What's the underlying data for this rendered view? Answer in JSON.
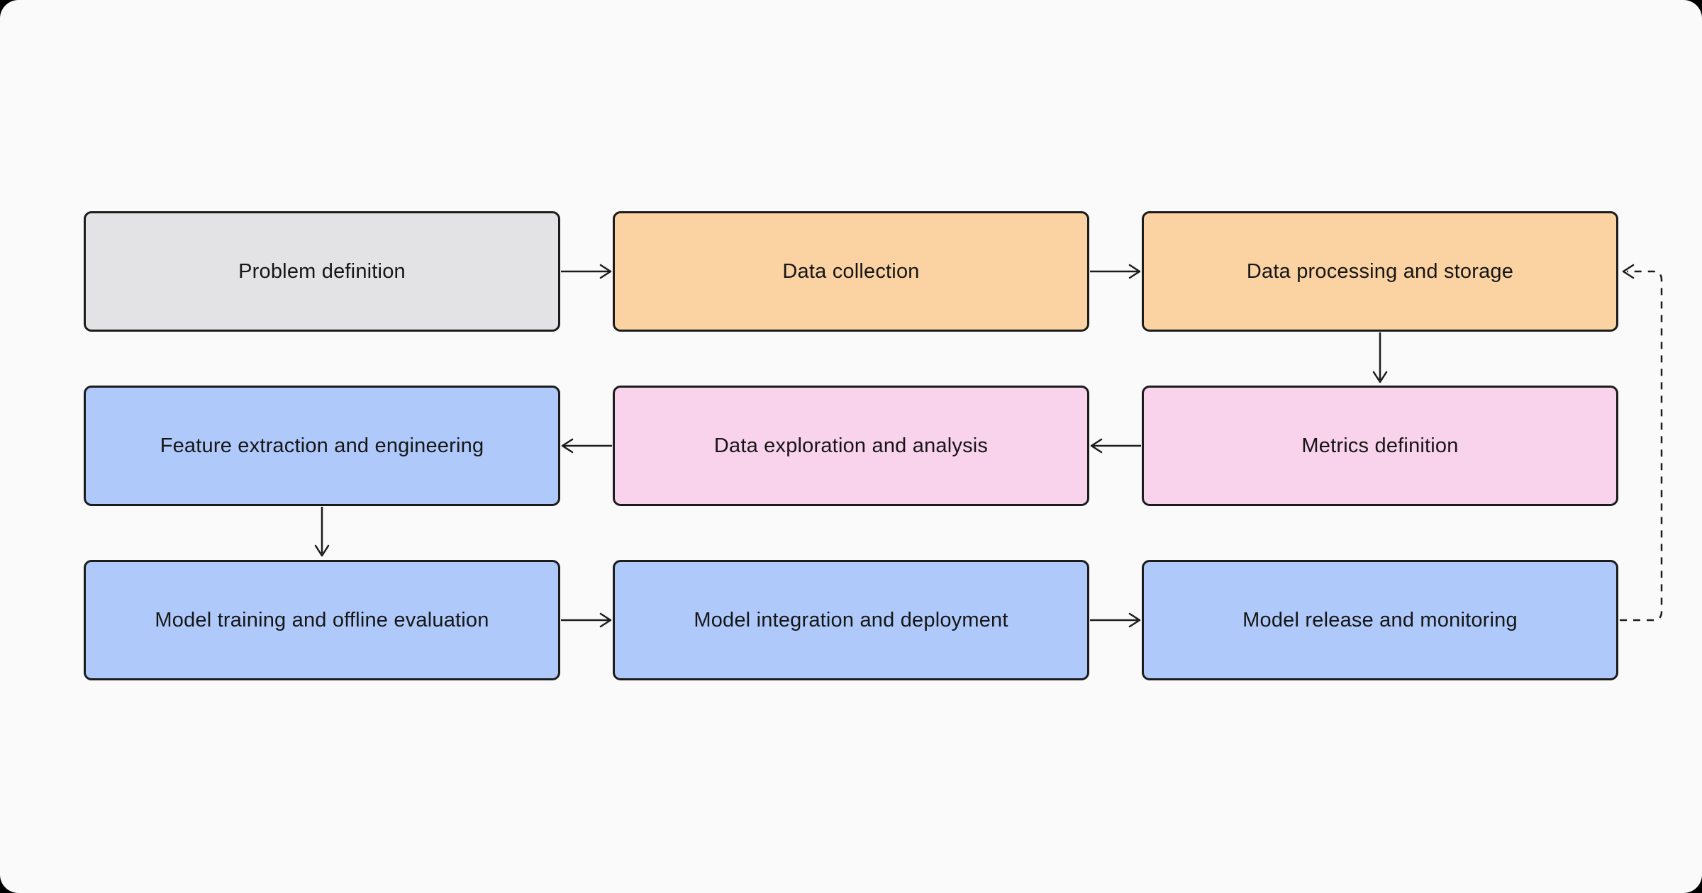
{
  "diagram": {
    "type": "flowchart",
    "nodes": [
      {
        "id": "problem-definition",
        "label": "Problem definition",
        "color": "gray",
        "row": 1,
        "col": 1
      },
      {
        "id": "data-collection",
        "label": "Data collection",
        "color": "orange",
        "row": 1,
        "col": 2
      },
      {
        "id": "data-processing-storage",
        "label": "Data processing and storage",
        "color": "orange",
        "row": 1,
        "col": 3
      },
      {
        "id": "feature-extraction-engineering",
        "label": "Feature extraction and engineering",
        "color": "blue",
        "row": 2,
        "col": 1
      },
      {
        "id": "data-exploration-analysis",
        "label": "Data exploration and analysis",
        "color": "pink",
        "row": 2,
        "col": 2
      },
      {
        "id": "metrics-definition",
        "label": "Metrics definition",
        "color": "pink",
        "row": 2,
        "col": 3
      },
      {
        "id": "model-training-offline-evaluation",
        "label": "Model training and offline evaluation",
        "color": "blue",
        "row": 3,
        "col": 1
      },
      {
        "id": "model-integration-deployment",
        "label": "Model integration and deployment",
        "color": "blue",
        "row": 3,
        "col": 2
      },
      {
        "id": "model-release-monitoring",
        "label": "Model release and monitoring",
        "color": "blue",
        "row": 3,
        "col": 3
      }
    ],
    "edges": [
      {
        "from": "problem-definition",
        "to": "data-collection",
        "style": "solid",
        "direction": "right"
      },
      {
        "from": "data-collection",
        "to": "data-processing-storage",
        "style": "solid",
        "direction": "right"
      },
      {
        "from": "data-processing-storage",
        "to": "metrics-definition",
        "style": "solid",
        "direction": "down"
      },
      {
        "from": "metrics-definition",
        "to": "data-exploration-analysis",
        "style": "solid",
        "direction": "left"
      },
      {
        "from": "data-exploration-analysis",
        "to": "feature-extraction-engineering",
        "style": "solid",
        "direction": "left"
      },
      {
        "from": "feature-extraction-engineering",
        "to": "model-training-offline-evaluation",
        "style": "solid",
        "direction": "down"
      },
      {
        "from": "model-training-offline-evaluation",
        "to": "model-integration-deployment",
        "style": "solid",
        "direction": "right"
      },
      {
        "from": "model-integration-deployment",
        "to": "model-release-monitoring",
        "style": "solid",
        "direction": "right"
      },
      {
        "from": "model-release-monitoring",
        "to": "data-processing-storage",
        "style": "dashed",
        "direction": "right-up-left"
      }
    ],
    "colors": {
      "gray": "#e3e3e5",
      "orange": "#fbd3a3",
      "pink": "#f9d2ec",
      "blue": "#aec9fa",
      "border": "#1c1c1c",
      "line": "#1c1c1c",
      "background": "#fafafa"
    }
  }
}
